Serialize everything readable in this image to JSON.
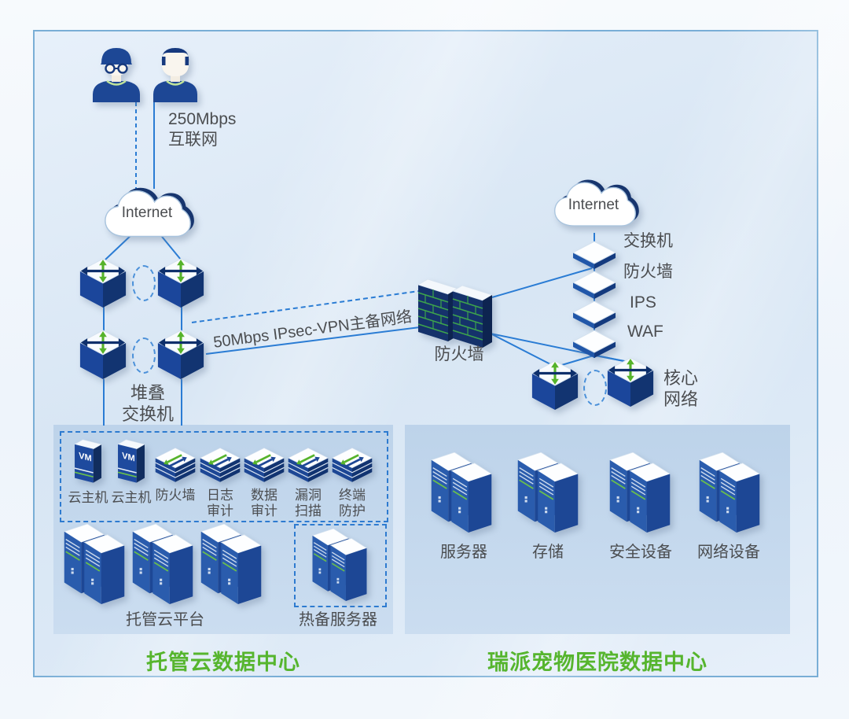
{
  "colors": {
    "line_blue": "#2a7cd4",
    "navy": "#1d4795",
    "arrow_green": "#56b32b",
    "brick_green": "#3da34c",
    "title_green": "#56b52e",
    "panel_blue": "#c4d8ee"
  },
  "top": {
    "uplink_label": "250Mbps\n互联网",
    "internet_left": "Internet",
    "internet_right": "Internet"
  },
  "left_site": {
    "stacked_switch_label": "堆叠\n交换机"
  },
  "vpn": {
    "label": "50Mbps IPsec-VPN主备网络"
  },
  "mid_firewall": {
    "label": "防火墙"
  },
  "right_site": {
    "chain": [
      {
        "label": "交换机"
      },
      {
        "label": "防火墙"
      },
      {
        "label": "IPS"
      },
      {
        "label": "WAF"
      }
    ],
    "core_label": "核心\n网络"
  },
  "left_panel": {
    "vm_badge": "VM",
    "security_items": [
      {
        "label": "云主机",
        "icon": "vm-host-icon"
      },
      {
        "label": "云主机",
        "icon": "vm-host-icon"
      },
      {
        "label": "防火墙",
        "icon": "appliance-icon"
      },
      {
        "label": "日志\n审计",
        "icon": "appliance-icon"
      },
      {
        "label": "数据\n审计",
        "icon": "appliance-icon"
      },
      {
        "label": "漏洞\n扫描",
        "icon": "appliance-icon"
      },
      {
        "label": "终端\n防护",
        "icon": "appliance-icon"
      }
    ],
    "platform_label": "托管云平台",
    "standby_label": "热备服务器",
    "title": "托管云数据中心"
  },
  "right_panel": {
    "items": [
      {
        "label": "服务器"
      },
      {
        "label": "存储"
      },
      {
        "label": "安全设备"
      },
      {
        "label": "网络设备"
      }
    ],
    "title": "瑞派宠物医院数据中心"
  }
}
